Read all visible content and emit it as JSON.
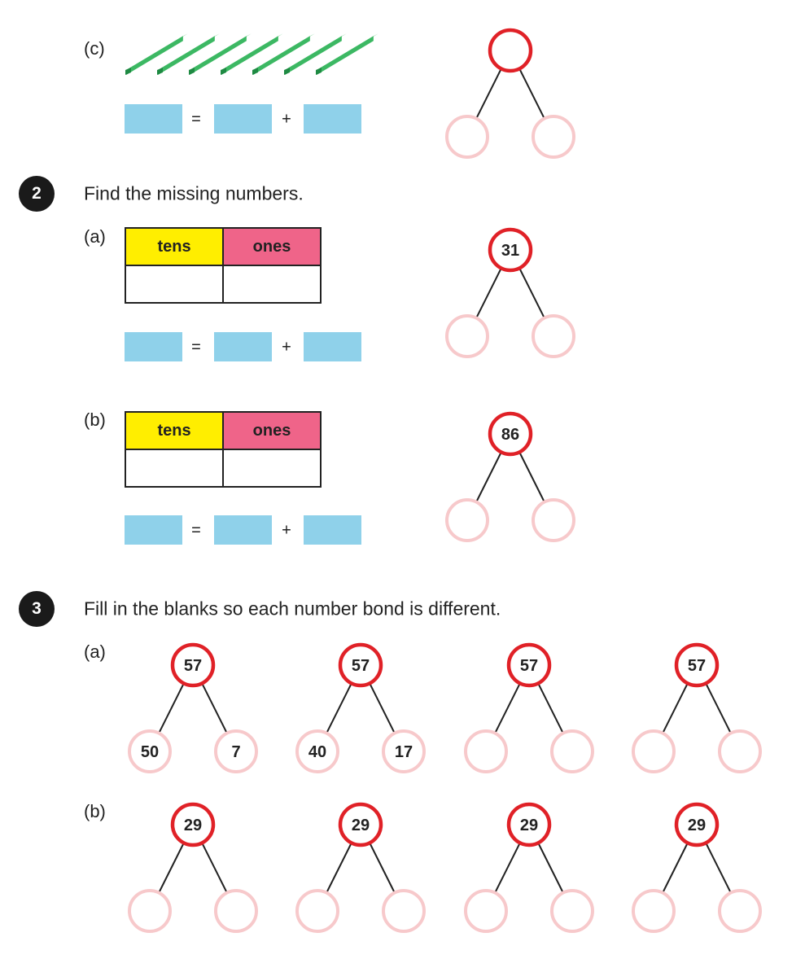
{
  "part_c": {
    "label": "(c)",
    "rod_count": 7,
    "equation": {
      "equals": "=",
      "plus": "+"
    }
  },
  "question2": {
    "number": "2",
    "instruction": "Find the missing numbers.",
    "a": {
      "label": "(a)",
      "tens_header": "tens",
      "ones_header": "ones",
      "bond_top": "31"
    },
    "b": {
      "label": "(b)",
      "tens_header": "tens",
      "ones_header": "ones",
      "bond_top": "86"
    },
    "equation": {
      "equals": "=",
      "plus": "+"
    }
  },
  "question3": {
    "number": "3",
    "instruction": "Fill in the blanks so each number bond is different.",
    "a": {
      "label": "(a)",
      "bonds": [
        {
          "top": "57",
          "left": "50",
          "right": "7"
        },
        {
          "top": "57",
          "left": "40",
          "right": "17"
        },
        {
          "top": "57",
          "left": "",
          "right": ""
        },
        {
          "top": "57",
          "left": "",
          "right": ""
        }
      ]
    },
    "b": {
      "label": "(b)",
      "bonds": [
        {
          "top": "29",
          "left": "",
          "right": ""
        },
        {
          "top": "29",
          "left": "",
          "right": ""
        },
        {
          "top": "29",
          "left": "",
          "right": ""
        },
        {
          "top": "29",
          "left": "",
          "right": ""
        }
      ]
    }
  },
  "colors": {
    "top_circle": "#e02127",
    "bottom_circle": "#f7c9cb",
    "box": "#8fd1ea",
    "rod": "#3cb863",
    "tens": "#ffee00",
    "ones": "#ef6489"
  }
}
